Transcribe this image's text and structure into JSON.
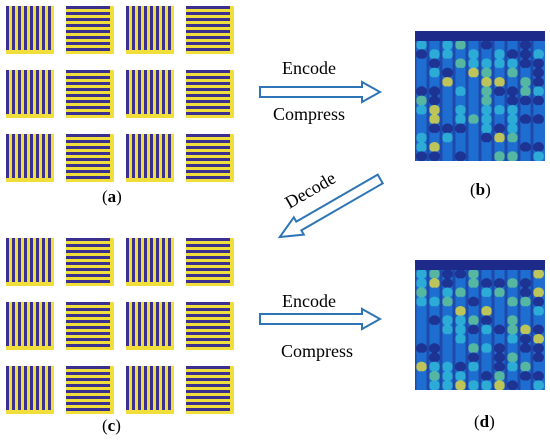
{
  "colors": {
    "stripe_blue": "#3b2f8f",
    "stripe_yellow": "#f0df3a",
    "arrow": "#2e75b6",
    "heat_dark": "#1d2a8a",
    "heat_mid": "#1f6fd1",
    "heat_cyan": "#2fb6d8",
    "heat_green": "#5fc39a",
    "heat_yellow": "#d9d545"
  },
  "panels": {
    "a": {
      "label": "a",
      "tiles": [
        "v",
        "h",
        "v",
        "h",
        "v",
        "h",
        "v",
        "h",
        "v",
        "h",
        "v",
        "h"
      ]
    },
    "b": {
      "label": "b",
      "content": "heatmap"
    },
    "c": {
      "label": "c",
      "tiles": [
        "v",
        "h",
        "v",
        "h",
        "v",
        "h",
        "v",
        "h",
        "v",
        "h",
        "v",
        "h"
      ]
    },
    "d": {
      "label": "d",
      "content": "heatmap"
    }
  },
  "steps": {
    "top_encode": "Encode",
    "top_compress": "Compress",
    "decode": "Decode",
    "bottom_encode": "Encode",
    "bottom_compress": "Compress"
  },
  "icons": {
    "top_arrow": "right-hollow-arrow-icon",
    "decode_arrow": "down-left-hollow-arrow-icon",
    "bottom_arrow": "right-hollow-arrow-icon"
  }
}
